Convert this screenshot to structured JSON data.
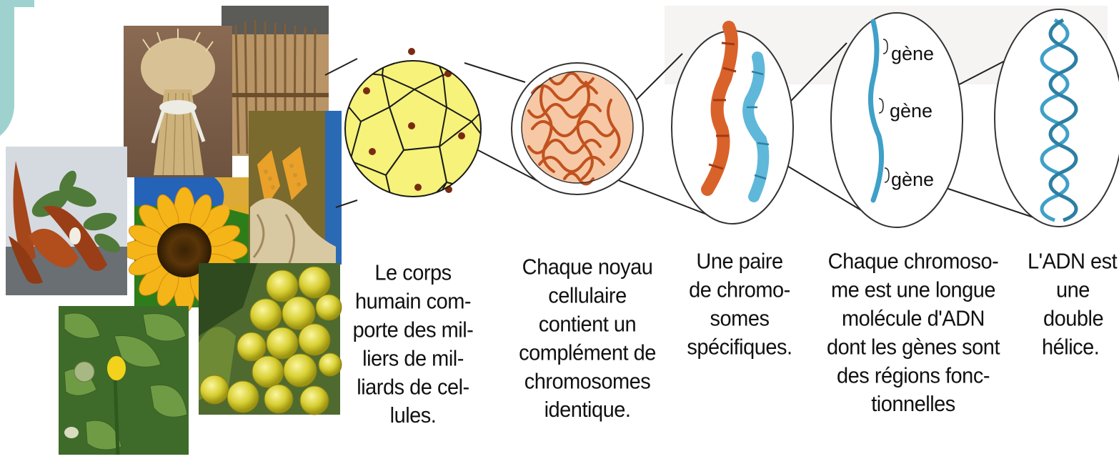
{
  "diagram": {
    "photos": [
      {
        "name": "wheat-sheaf-photo",
        "subject": "wheat sheaf"
      },
      {
        "name": "thatch-straw-photo",
        "subject": "straw thatch"
      },
      {
        "name": "cassava-roots-photo",
        "subject": "cassava roots"
      },
      {
        "name": "sunflower-photo",
        "subject": "sunflower"
      },
      {
        "name": "corn-ears-photo",
        "subject": "corn ears"
      },
      {
        "name": "jute-plant-photo",
        "subject": "plant with yellow flower"
      },
      {
        "name": "grapes-photo",
        "subject": "green grapes"
      }
    ],
    "stages": [
      {
        "id": "cells",
        "caption": [
          "Le corps",
          "humain com-",
          "porte des mil-",
          "liers de mil-",
          "liards de cel-",
          "lules."
        ]
      },
      {
        "id": "nucleus",
        "caption": [
          "Chaque noyau",
          "cellulaire",
          "contient un",
          "complément de",
          "chromosomes",
          "identique."
        ]
      },
      {
        "id": "chromosome-pair",
        "caption": [
          "Une paire",
          "de chromo-",
          "somes",
          "spécifiques."
        ]
      },
      {
        "id": "chromosome-genes",
        "caption": [
          "Chaque chromoso-",
          "me est une longue",
          "molécule d'ADN",
          "dont les gènes sont",
          "des régions fonc-",
          "tionnelles"
        ],
        "gene_labels": [
          "gène",
          "gène",
          "gène"
        ]
      },
      {
        "id": "dna-helix",
        "caption": [
          "L'ADN est",
          "une",
          "double",
          "hélice."
        ]
      }
    ],
    "colors": {
      "teal_accent": "#9fd2cf",
      "cell_fill": "#f6f27a",
      "chromosome_orange": "#d9622a",
      "chromosome_blue": "#5fb8d9",
      "dna_blue": "#3fa0c8"
    }
  }
}
